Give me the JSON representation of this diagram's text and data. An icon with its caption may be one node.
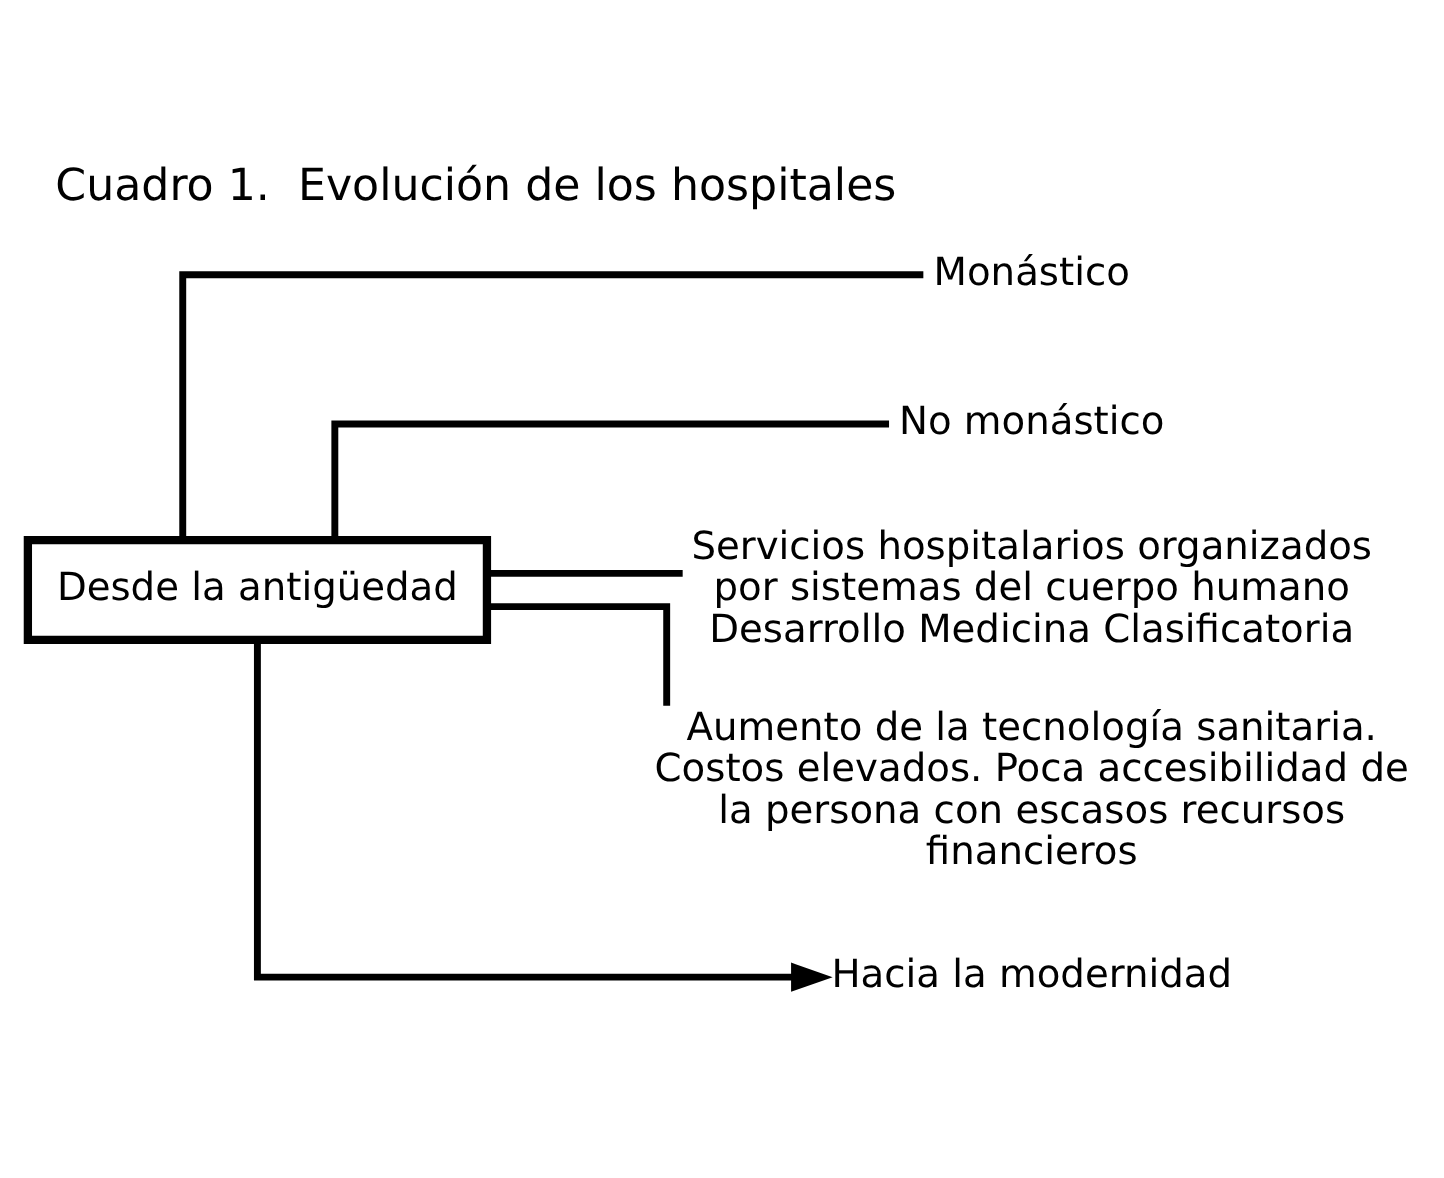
{
  "diagram": {
    "title": "Cuadro 1.  Evolución de los hospitales",
    "nodes": [
      {
        "text": [
          "Desde la antigüedad"
        ]
      },
      {
        "text": [
          "Monástico"
        ]
      },
      {
        "text": [
          "No monástico"
        ]
      },
      {
        "text": [
          "Servicios hospitalarios organizados por sistemas del cuerpo humano Desarrollo Medicina Clasificatoria"
        ]
      },
      {
        "text": [
          "Aumento de la tecnología sanitaria. Costos elevados. Poca accesibilidad de la persona con escasos recursos financieros"
        ]
      },
      {
        "text": [
          "Hacia la modernidad"
        ]
      }
    ],
    "edges": [
      {
        "from": 0,
        "to": 1,
        "arrow": "none"
      },
      {
        "from": 0,
        "to": 2,
        "arrow": "none"
      },
      {
        "from": 0,
        "to": 3,
        "arrow": "none"
      },
      {
        "from": 0,
        "to": 4,
        "arrow": "none"
      },
      {
        "from": 0,
        "to": 5,
        "arrow": "to"
      }
    ]
  }
}
